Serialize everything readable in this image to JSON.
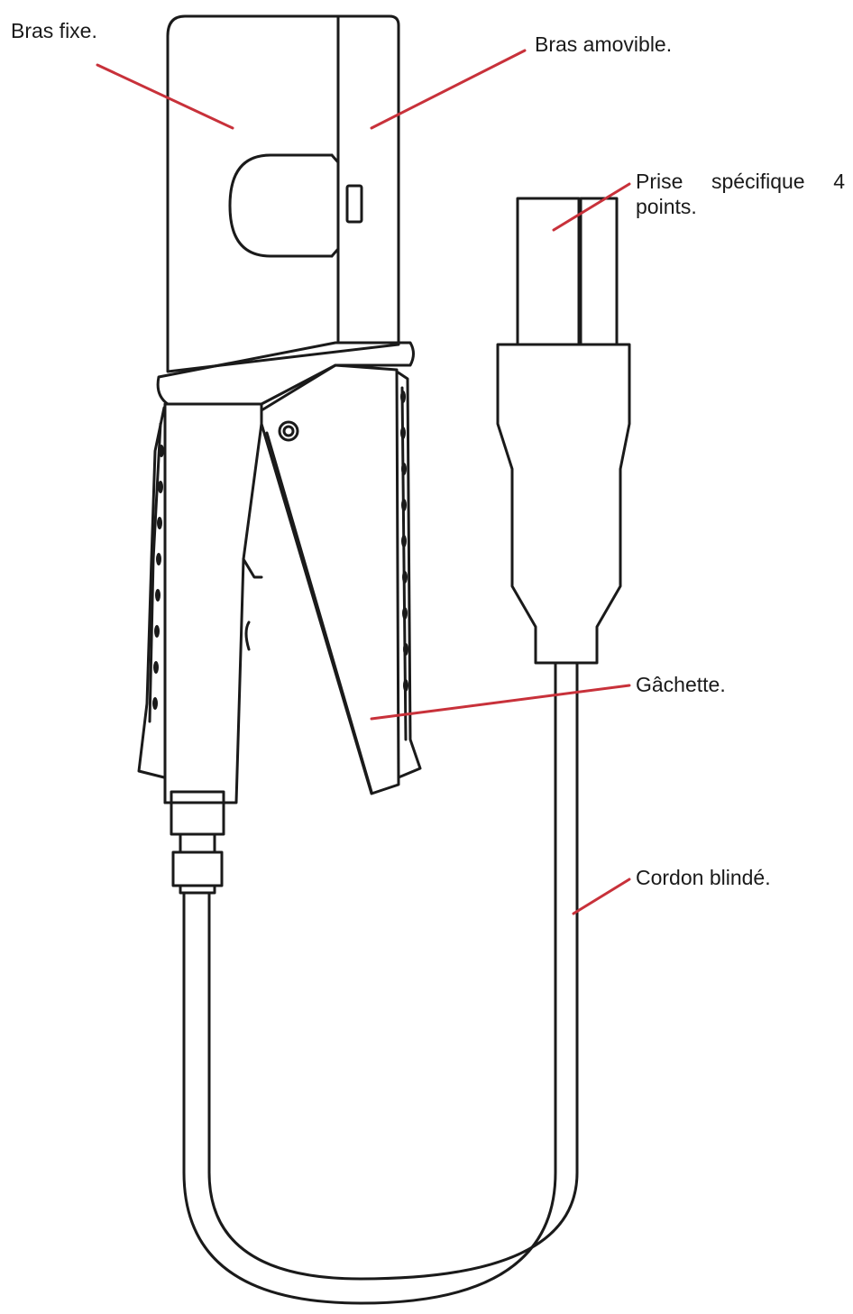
{
  "diagram": {
    "labels": {
      "bras_fixe": "Bras fixe.",
      "bras_amovible": "Bras amovible.",
      "prise_line1": "Prise spécifique 4",
      "prise_line2": "points.",
      "gachette": "Gâchette.",
      "cordon": "Cordon blindé."
    },
    "colors": {
      "outline": "#1a1a1a",
      "leader_line": "#c8313a",
      "background": "#ffffff"
    }
  }
}
